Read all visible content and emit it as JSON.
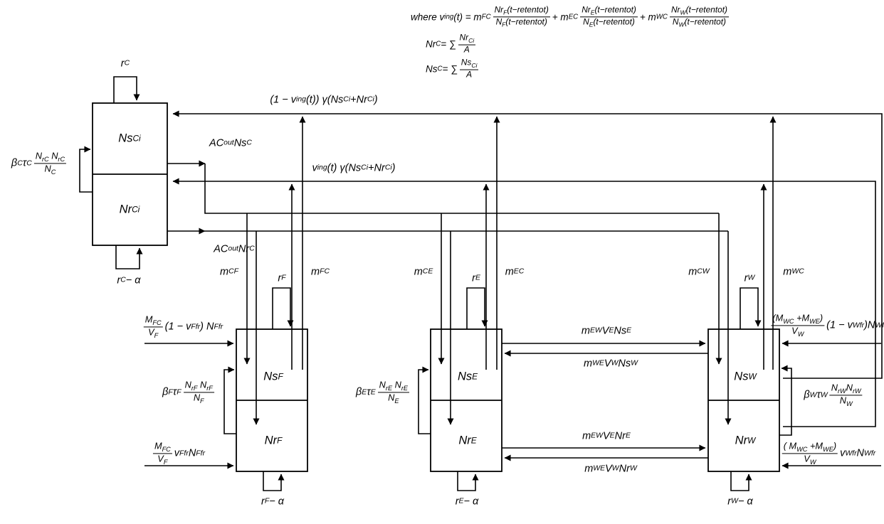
{
  "diagram": {
    "equations": {
      "line1": "where v_{ing}(t) = m_{FC} @f{Nr_{F}(t−retentot)}{N_{F}(t−retentot)} + m_{EC} @f{Nr_{E}(t−retentot)}{N_{E}(t−retentot)} + m_{WC} @f{Nr_{W}(t−retentot)}{N_{W}(t−retentot)}",
      "line2": "Nr_{C} = ∑ @f{Nr_{Ci}}{A}",
      "line3": "Ns_{C} = ∑ @f{Ns_{Ci}}{A}"
    },
    "compartments": {
      "c": {
        "top": "Ns_{Ci}",
        "bottom": "Nr_{Ci}"
      },
      "f": {
        "top": "Ns_{F}",
        "bottom": "Nr_{F}"
      },
      "e": {
        "top": "Ns_{E}",
        "bottom": "Nr_{E}"
      },
      "w": {
        "top": "Ns_{W}",
        "bottom": "Nr_{W}"
      }
    },
    "flows": {
      "gamma_top": "(1 − v_{ing}(t)) γ(Ns_{Ci}+Nr_{Ci})",
      "gamma_bottom": "v_{ing}(t) γ(Ns_{Ci}+Nr_{Ci})",
      "ac_out_ns": "AC_{out} Ns_{C}",
      "ac_out_nr": "AC_{out} Nr_{C}",
      "m_cf": "m_{CF}",
      "m_fc": "m_{FC}",
      "m_ce": "m_{CE}",
      "m_ec": "m_{EC}",
      "m_cw": "m_{CW}",
      "m_wc": "m_{WC}",
      "ew_ns": "m_{EW} V_{E}Ns_{E}",
      "we_ns": "m_{WE} V_{W}Ns_{W}",
      "ew_nr": "m_{EW} V_{E}Nr_{E}",
      "we_nr": "m_{WE} V_{W}Nr_{W}"
    },
    "rates": {
      "r_c": "r_{C}",
      "r_c_alpha": "r_{C} − α",
      "r_f": "r_{F}",
      "r_f_alpha": "r_{F} − α",
      "r_e": "r_{E}",
      "r_e_alpha": "r_{E} − α",
      "r_w": "r_{W}",
      "r_w_alpha": "r_{W} − α",
      "beta_c": "β_{C}τ_{C} @f{N_{rC} N_{rC}}{N_{C}}",
      "beta_f": "β_{F}τ_{F} @f{N_{rF} N_{rF}}{N_{F}}",
      "beta_e": "β_{E}τ_{E} @f{N_{rE} N_{rE}}{N_{E}}",
      "beta_w": "β_{W}τ_{W} @f{N_{rW}N_{rW}}{N_{W}}"
    },
    "inputs": {
      "f_ns": "@f{M_{FC}}{V_{F}}(1 − v_{Ffr}) N_{Ffr}",
      "f_nr": "@f{M_{FC}}{V_{F}} v_{Ffr}N_{Ffr}",
      "w_ns": "@f{(M_{WC} +M_{WE})}{V_{W}}(1 − v_{Wfr})N_{Wfr}",
      "w_nr": "@f{( M_{WC} +M_{WE})}{V_{W}} v_{Wfr} N_{Wfr}"
    }
  }
}
